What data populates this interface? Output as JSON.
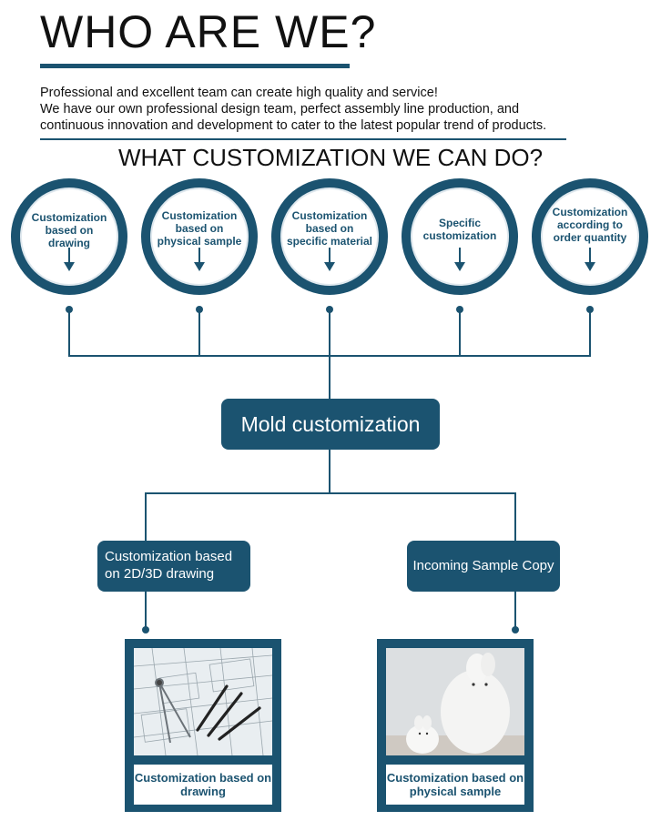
{
  "header": {
    "title": "WHO ARE WE?",
    "intro_lines": [
      "Professional and excellent team can create high quality and service!",
      "We have our own professional design team, perfect assembly line production, and",
      "continuous innovation and development to cater to the latest popular trend of products."
    ]
  },
  "section_title": "WHAT CUSTOMIZATION WE CAN DO?",
  "circles": [
    {
      "label": "Customization based on drawing"
    },
    {
      "label": "Customization based on physical sample"
    },
    {
      "label": "Customization based on specific material"
    },
    {
      "label": "Specific customization"
    },
    {
      "label": "Customization according to order quantity"
    }
  ],
  "center_box": {
    "label": "Mold customization"
  },
  "branches": [
    {
      "label": "Customization based on 2D/3D drawing"
    },
    {
      "label": "Incoming Sample Copy"
    }
  ],
  "image_cards": [
    {
      "caption": "Customization based on drawing"
    },
    {
      "caption": "Customization based on physical sample"
    }
  ],
  "colors": {
    "primary": "#1b5370",
    "background": "#ffffff"
  }
}
